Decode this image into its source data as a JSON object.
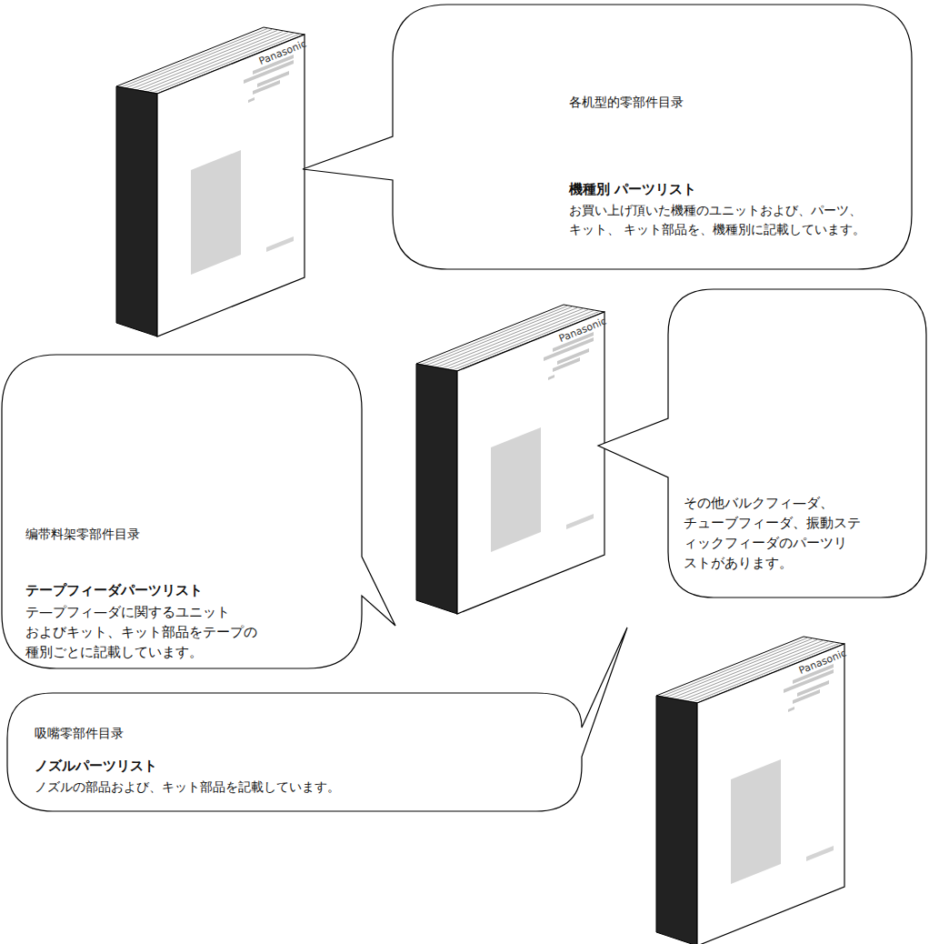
{
  "diagram": {
    "nodes": [
      {
        "text": [
          "各机型的零部件目录",
          "機種別 パーツリスト",
          "お買い上げ頂いた機種のユニットおよび、パーツ、キット、 キット部品を、機種別に記載しています。"
        ]
      },
      {
        "text": [
          "编带料架零部件目录",
          "テープフィーダパーツリスト",
          "テ—プフィ—ダに関するユニット およびキット、キット部品をテープの 種別ごとに記載しています。"
        ]
      },
      {
        "text": [
          "その他バルクフィ—ダ、 チューブフィーダ、振動ステ ィックフィーダのパーツリ ストがあります。"
        ]
      },
      {
        "text": [
          "吸嘴零部件目录",
          "ノズルパーツリスト",
          "ノズルの部品および、キット部品を記載しています。"
        ]
      }
    ],
    "labels": [
      "Panasonic",
      "Panasonic",
      "Panasonic"
    ]
  }
}
